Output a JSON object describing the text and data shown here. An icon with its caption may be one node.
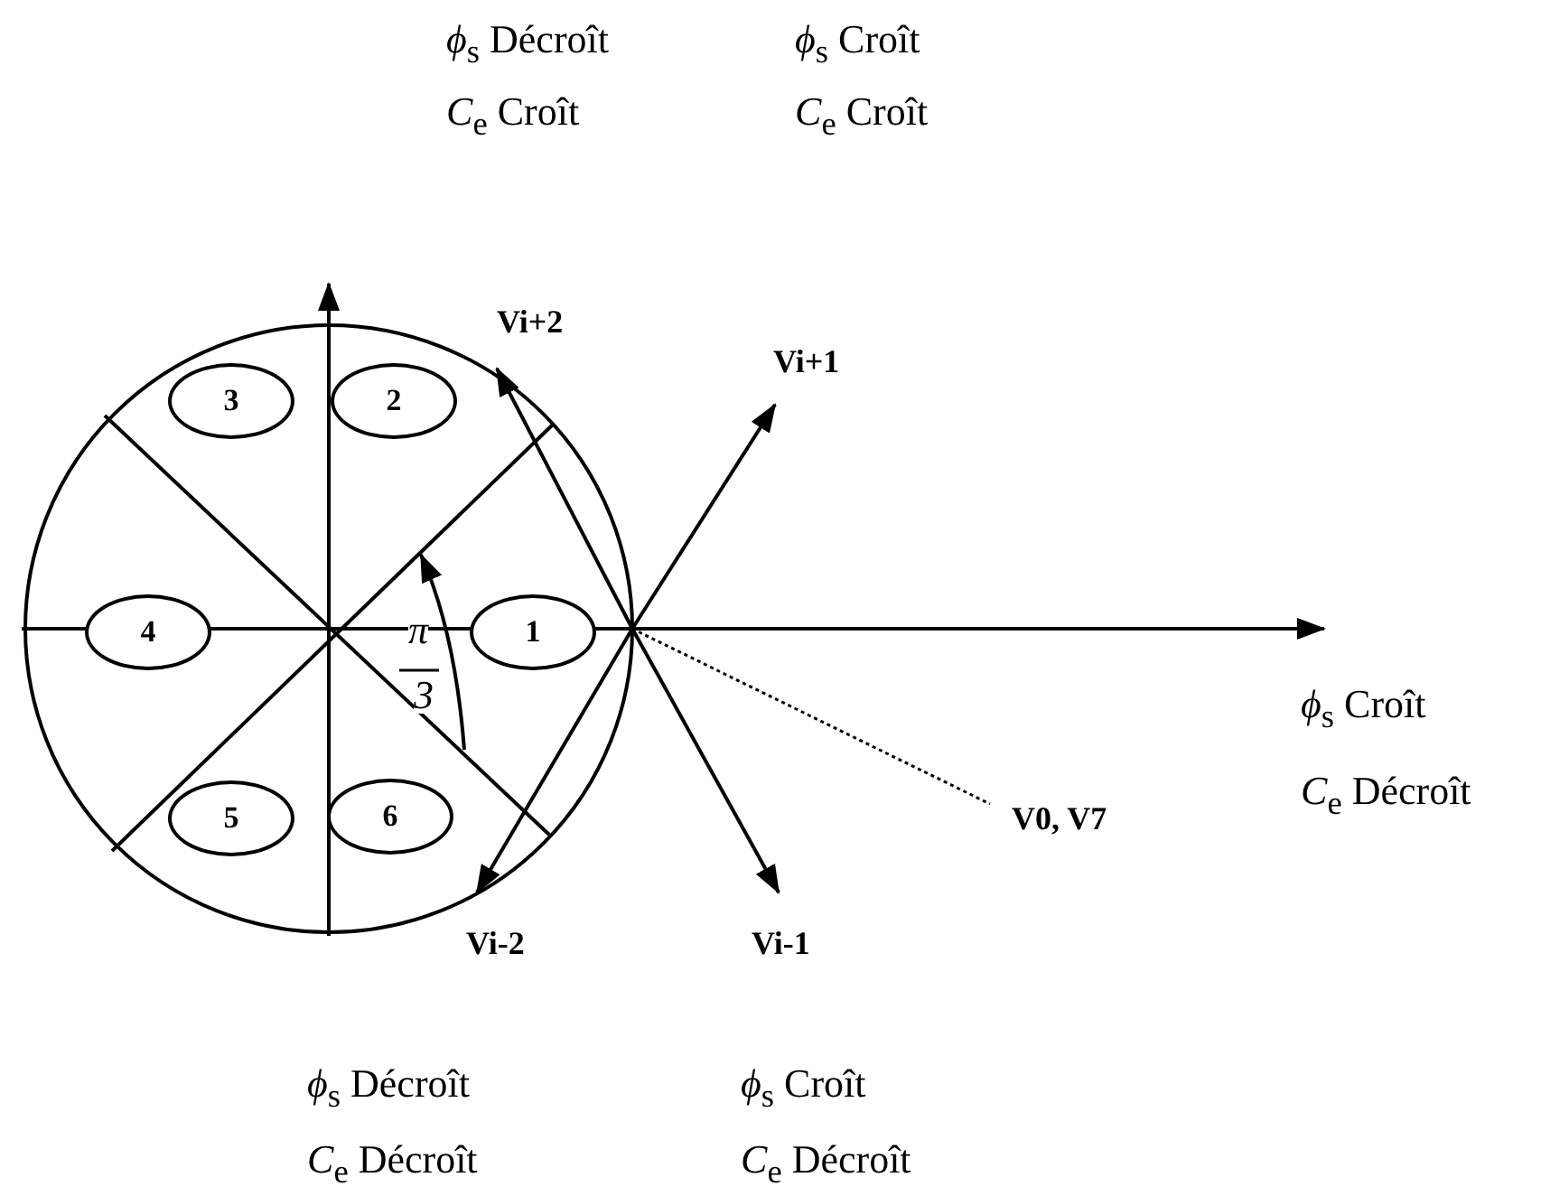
{
  "diagram": {
    "nodes": [
      {
        "text": [
          "3"
        ]
      },
      {
        "text": [
          "2"
        ]
      },
      {
        "text": [
          "4"
        ]
      },
      {
        "text": [
          "1"
        ]
      },
      {
        "text": [
          "5"
        ]
      },
      {
        "text": [
          "6"
        ]
      }
    ],
    "labels": [
      "*ϕ*$_{s}$ Décroît",
      "*ϕ*$_{s}$ Croît",
      "*C*$_{e}$ Croît",
      "*C*$_{e}$ Croît",
      "Vi+2",
      "Vi+1",
      "π",
      "3",
      "*ϕ*$_{s}$ Croît",
      "*C*$_{e}$ Décroît",
      "V0, V7",
      "Vi-2",
      "Vi-1",
      "*ϕ*$_{s}$ Décroît",
      "*ϕ*$_{s}$ Croît",
      "*C*$_{e}$ Décroît",
      "*C*$_{e}$ Décroît"
    ]
  }
}
